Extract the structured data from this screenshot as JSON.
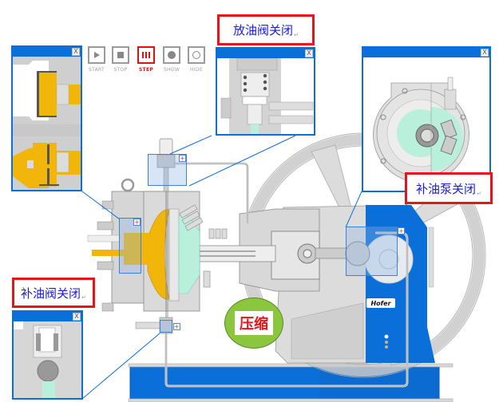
{
  "controls": [
    {
      "label": "START",
      "icon": "play-icon",
      "active": false
    },
    {
      "label": "STOP",
      "icon": "stop-icon",
      "active": false
    },
    {
      "label": "STEP",
      "icon": "step-icon",
      "active": true
    },
    {
      "label": "SHOW",
      "icon": "filled-circle-icon",
      "active": false
    },
    {
      "label": "HIDE",
      "icon": "empty-circle-icon",
      "active": false
    }
  ],
  "callouts": {
    "drain_valve": "放油阀关闭",
    "oil_pump": "补油泵关闭",
    "refill_valve": "补油阀关闭",
    "phase": "压缩"
  },
  "popups": {
    "close_label": "X",
    "zone_toggle": "+"
  },
  "brand": "Hofer",
  "colors": {
    "window_blue": "#0a6fd8",
    "callout_red": "#e8141b",
    "callout_text": "#1b1bd6",
    "oil_yellow": "#f2b50a",
    "phase_green": "#8cc63f",
    "machine_gray": "#d0d0d0",
    "coolant_mint": "#b8f0dc"
  }
}
